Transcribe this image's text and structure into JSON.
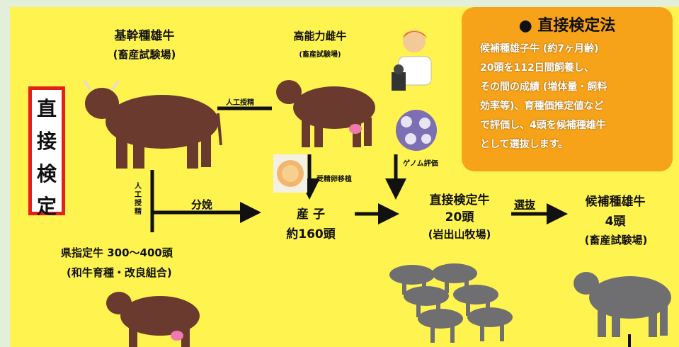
{
  "side_title": {
    "chars": [
      "直",
      "接",
      "検",
      "定"
    ],
    "border_color": "#e3201a"
  },
  "nodes": {
    "foundation_bull": {
      "name": "基幹種雄牛",
      "place": "(畜産試験場)"
    },
    "high_cow": {
      "name": "高能力雌牛",
      "place": "(畜産試験場)"
    },
    "pref_cow": {
      "name": "県指定牛 300〜400頭",
      "place": "(和牛育種・改良組合)"
    },
    "calves": {
      "line1": "産 子",
      "line2": "約160頭"
    },
    "direct_bulls": {
      "line1": "直接検定牛",
      "line2": "20頭",
      "place": "(岩出山牧場)"
    },
    "candidate_bulls": {
      "line1": "候補種雄牛",
      "line2": "4頭",
      "place": "(畜産試験場)"
    }
  },
  "edges": {
    "ai_top": "人工授精",
    "ai_vertical": "人工授精",
    "calving": "分娩",
    "embryo_transfer": "受精卵移植",
    "genome": "ゲノム評価",
    "selection": "選抜"
  },
  "info_box": {
    "title": "● 直接検定法",
    "lines": [
      "候補種雄子牛 (約7ヶ月齢)",
      "20頭を112日間飼養し、",
      "その間の成績 (増体量・飼料",
      "効率等)、育種価推定値など",
      "で評価し、4頭を候補種雄牛",
      "として選抜します。"
    ],
    "color": "#f7a31a"
  },
  "colors": {
    "background": "#fff34f",
    "cow_brown": "#6b3a2e",
    "cow_gray": "#6f6f72",
    "udder": "#f07ab0"
  }
}
